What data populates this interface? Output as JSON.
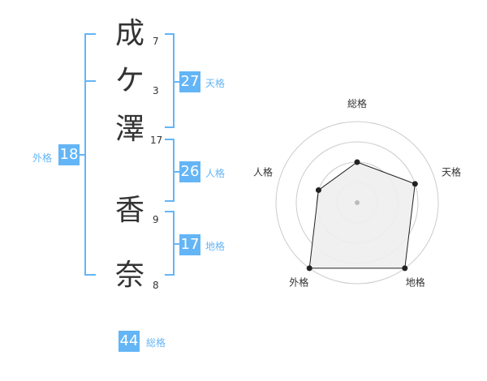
{
  "name": {
    "characters": [
      {
        "char": "成",
        "strokes": "7"
      },
      {
        "char": "ケ",
        "strokes": "3"
      },
      {
        "char": "澤",
        "strokes": "17"
      },
      {
        "char": "香",
        "strokes": "9"
      },
      {
        "char": "奈",
        "strokes": "8"
      }
    ]
  },
  "fortune": {
    "tenkaku": {
      "value": "27",
      "label": "天格"
    },
    "jinkaku": {
      "value": "26",
      "label": "人格"
    },
    "chikaku": {
      "value": "17",
      "label": "地格"
    },
    "gaikaku": {
      "value": "18",
      "label": "外格"
    },
    "soukaku": {
      "value": "44",
      "label": "総格"
    }
  },
  "chart_data": {
    "type": "radar",
    "axes": [
      "総格",
      "天格",
      "地格",
      "外格",
      "人格"
    ],
    "max": 4,
    "rings": 4,
    "values": [
      2,
      3,
      4,
      4,
      2
    ],
    "colors": {
      "fill": "#eeeeee",
      "stroke": "#222222",
      "grid": "#cccccc"
    }
  }
}
